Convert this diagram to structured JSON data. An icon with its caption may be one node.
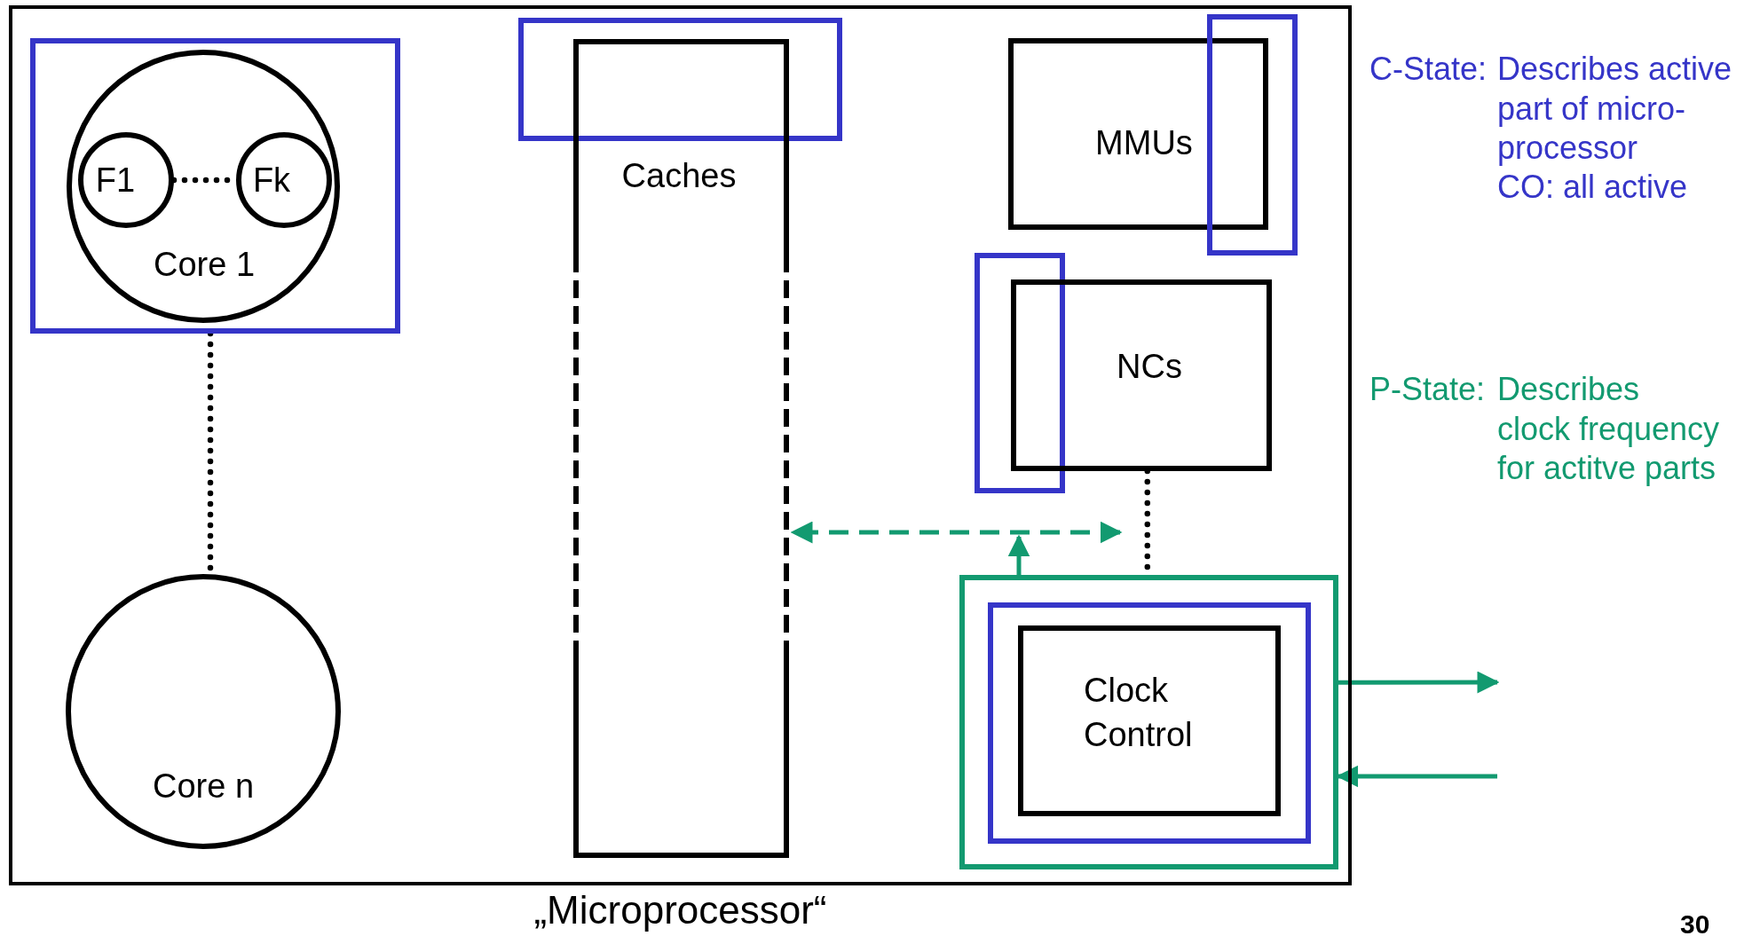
{
  "diagram": {
    "nodes": [
      {
        "text": [],
        "shape": "box",
        "beside": [
          "„Microprocessor“"
        ]
      },
      {
        "text": [],
        "shape": "box",
        "in": 0
      },
      {
        "text": [
          "Core 1"
        ],
        "in": 1
      },
      {
        "text": [
          "F1"
        ],
        "in": 2
      },
      {
        "text": [
          "Fk"
        ],
        "in": 2
      },
      {
        "text": [
          "Core n"
        ],
        "in": 0
      },
      {
        "text": [],
        "shape": "box",
        "in": 0
      },
      {
        "text": [
          "Caches"
        ],
        "in": 0
      },
      {
        "text": [
          "MMUs"
        ],
        "in": 0
      },
      {
        "text": [],
        "shape": "box",
        "in": 0
      },
      {
        "text": [],
        "shape": "box",
        "in": 0
      },
      {
        "text": [
          "NCs"
        ],
        "in": 0
      },
      {
        "text": [],
        "shape": "box",
        "in": 0
      },
      {
        "text": [],
        "shape": "box",
        "in": 12
      },
      {
        "text": [
          "Clock Control"
        ],
        "in": 13
      }
    ],
    "edges": [
      {
        "from": 3,
        "to": 4,
        "arrow": "none",
        "style": "dashed",
        "color": "#000000"
      },
      {
        "from": 1,
        "to": 5,
        "arrow": "none",
        "style": "dashed",
        "color": "#000000"
      },
      {
        "from": 11,
        "to": 12,
        "arrow": "none",
        "style": "dashed",
        "color": "#000000"
      },
      {
        "from": 12,
        "to": 7,
        "arrow": "both",
        "style": "dashed",
        "color": "#129a70"
      },
      {
        "from": 12,
        "to": null,
        "arrow": "to",
        "color": "#129a70"
      },
      {
        "from": 12,
        "to": null,
        "arrow": "to",
        "color": "#129a70"
      },
      {
        "from": null,
        "to": 12,
        "arrow": "to",
        "color": "#129a70"
      }
    ],
    "labels": [
      "C-State:",
      "Describes active part of micro-processor",
      "CO: all active",
      "P-State:",
      "Describes clock frequency for actitve parts",
      "30"
    ]
  }
}
